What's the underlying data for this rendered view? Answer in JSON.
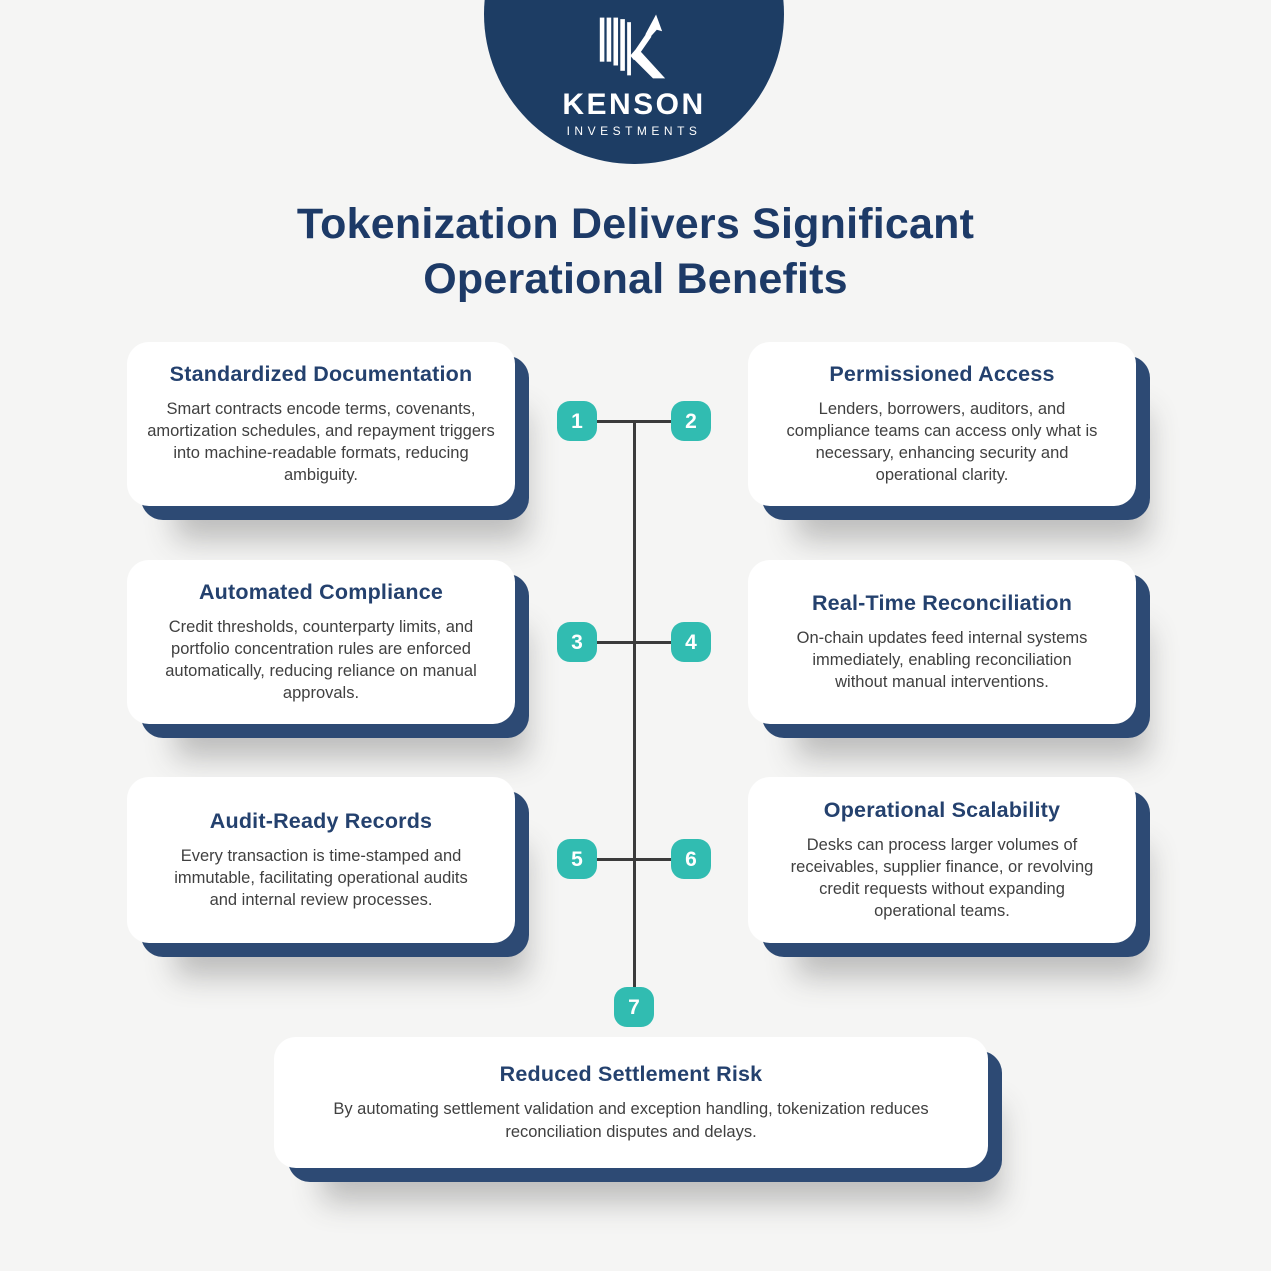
{
  "brand": {
    "name": "KENSON",
    "subtitle": "INVESTMENTS"
  },
  "title": {
    "line1": "Tokenization Delivers Significant",
    "line2": "Operational Benefits"
  },
  "colors": {
    "brand_navy": "#1d3d64",
    "card_shadow_navy": "#2d4a74",
    "title_navy": "#1d3a67",
    "card_title_navy": "#24416e",
    "accent_teal": "#31bcb1",
    "body_text": "#404040",
    "connector_line": "#3b3b3b",
    "background": "#f5f5f4"
  },
  "cards": [
    {
      "num": "1",
      "title": "Standardized Documentation",
      "body": "Smart contracts encode terms, covenants, amortization schedules, and repayment triggers into machine-readable formats, reducing ambiguity."
    },
    {
      "num": "2",
      "title": "Permissioned Access",
      "body": "Lenders, borrowers, auditors, and compliance teams can access only what is necessary, enhancing security and operational clarity."
    },
    {
      "num": "3",
      "title": "Automated Compliance",
      "body": "Credit thresholds, counterparty limits, and portfolio concentration rules are enforced automatically, reducing reliance on manual approvals."
    },
    {
      "num": "4",
      "title": "Real-Time Reconciliation",
      "body": "On-chain updates feed internal systems immediately, enabling reconciliation without manual interventions."
    },
    {
      "num": "5",
      "title": "Audit-Ready Records",
      "body": "Every transaction is time-stamped and immutable, facilitating operational audits and internal review processes."
    },
    {
      "num": "6",
      "title": "Operational Scalability",
      "body": "Desks can process larger volumes of receivables, supplier finance, or revolving credit requests without expanding operational teams."
    },
    {
      "num": "7",
      "title": "Reduced Settlement Risk",
      "body": "By automating settlement validation and exception handling, tokenization reduces reconciliation disputes and delays."
    }
  ]
}
